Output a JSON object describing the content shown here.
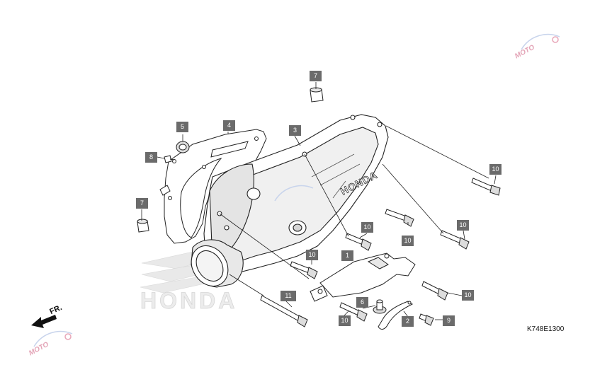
{
  "diagram": {
    "drawing_code": "K748E1300",
    "direction_label": "FR.",
    "watermark_text": "MOTO",
    "callouts": [
      "7",
      "5",
      "4",
      "3",
      "8",
      "7",
      "10",
      "10",
      "10",
      "10",
      "1",
      "10",
      "11",
      "6",
      "10",
      "2",
      "9",
      "10"
    ]
  },
  "colors": {
    "line": "#222222",
    "callout_bg": "#6b6b6b",
    "callout_text": "#ffffff",
    "watermark": "#e3a3b6",
    "ghost_logo": "#e6e6e6"
  },
  "icons": [
    "front-direction-arrow-icon",
    "moto-watermark-logo-icon"
  ]
}
